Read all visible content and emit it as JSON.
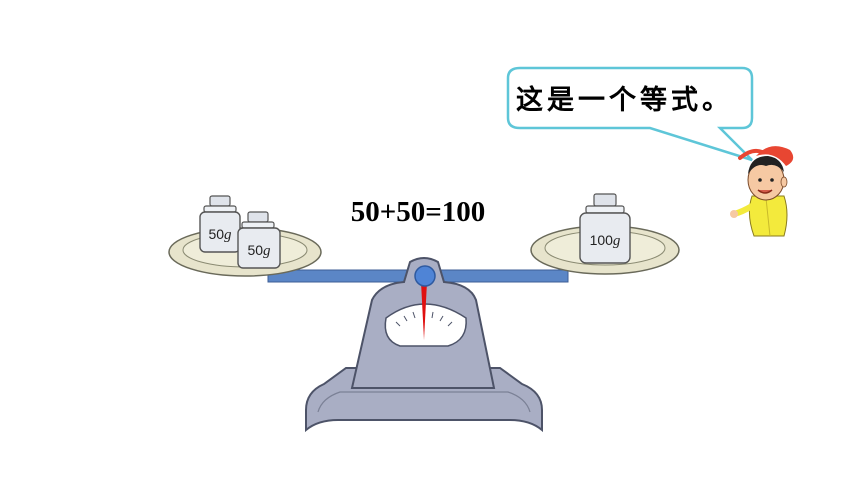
{
  "equation": "50+50=100",
  "speech_bubble": {
    "text": "这是一个等式。"
  },
  "left_pan": {
    "weights": [
      {
        "value": "50",
        "unit": "g"
      },
      {
        "value": "50",
        "unit": "g"
      }
    ]
  },
  "right_pan": {
    "weights": [
      {
        "value": "100",
        "unit": "g"
      }
    ]
  },
  "colors": {
    "scale_body": "#a9aec4",
    "scale_outline": "#4d5368",
    "beam": "#5b86c6",
    "pointer": "#e01010",
    "pivot": "#4f84d6",
    "pan": "#e7e4cc",
    "bubble_border": "#5ec6d8",
    "boy_shirt": "#f3ea3c",
    "boy_cap": "#e84632"
  }
}
